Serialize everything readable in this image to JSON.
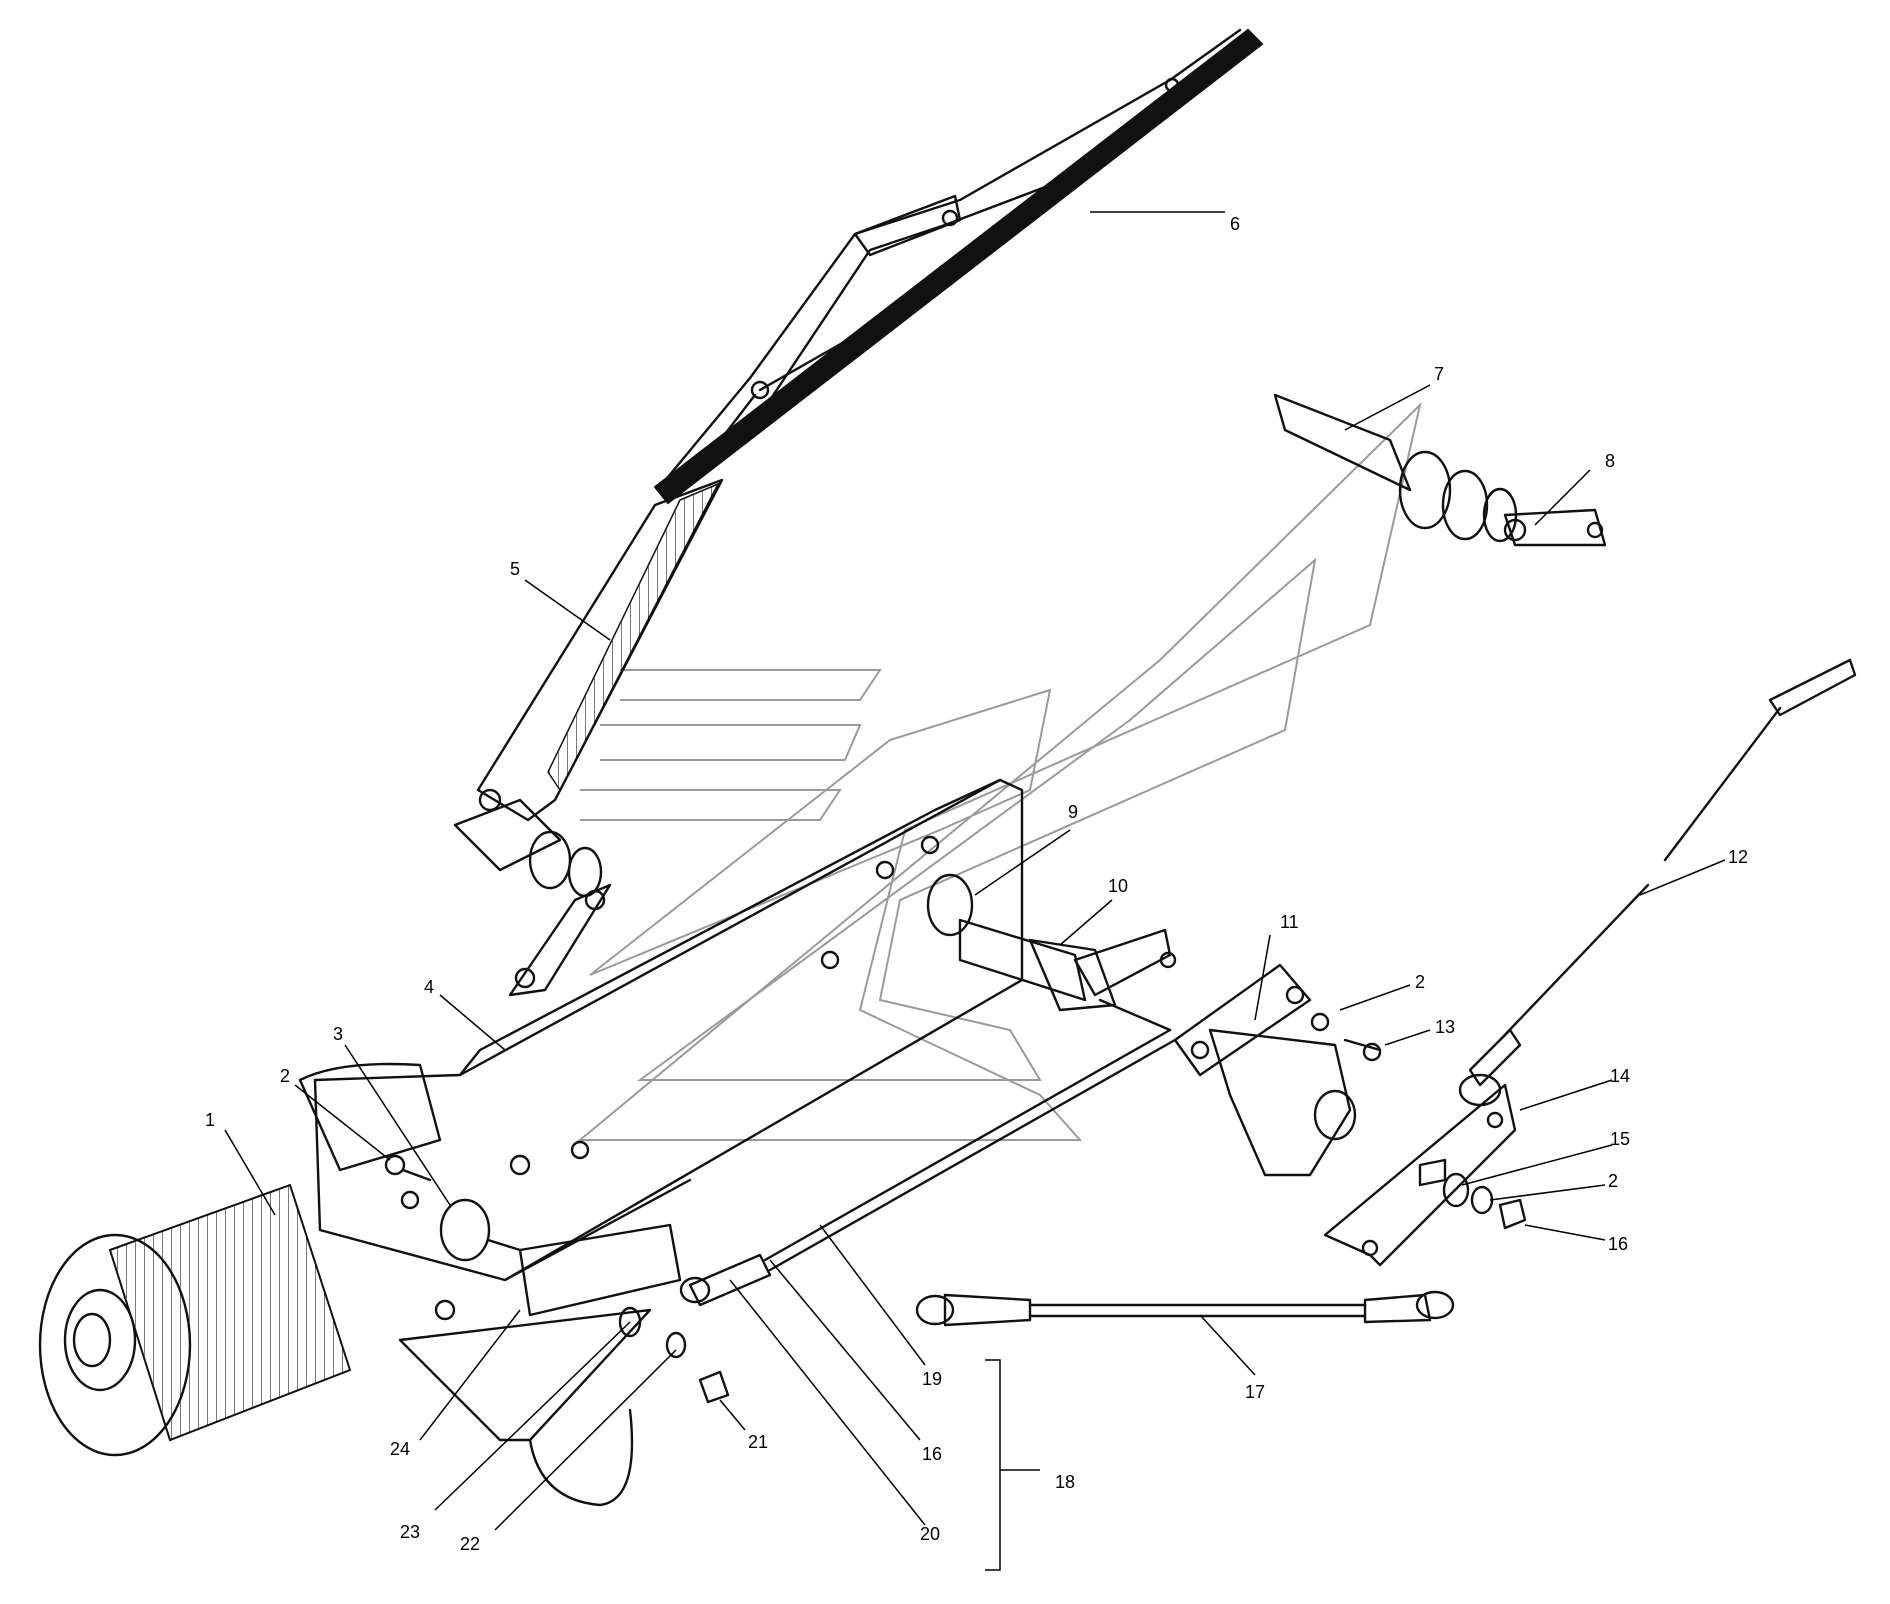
{
  "diagram": {
    "callouts": [
      {
        "id": "c1",
        "label": "1"
      },
      {
        "id": "c2a",
        "label": "2"
      },
      {
        "id": "c3",
        "label": "3"
      },
      {
        "id": "c4",
        "label": "4"
      },
      {
        "id": "c5",
        "label": "5"
      },
      {
        "id": "c6",
        "label": "6"
      },
      {
        "id": "c7",
        "label": "7"
      },
      {
        "id": "c8",
        "label": "8"
      },
      {
        "id": "c9",
        "label": "9"
      },
      {
        "id": "c10",
        "label": "10"
      },
      {
        "id": "c11",
        "label": "11"
      },
      {
        "id": "c12",
        "label": "12"
      },
      {
        "id": "c2b",
        "label": "2"
      },
      {
        "id": "c13",
        "label": "13"
      },
      {
        "id": "c14",
        "label": "14"
      },
      {
        "id": "c15",
        "label": "15"
      },
      {
        "id": "c2c",
        "label": "2"
      },
      {
        "id": "c16a",
        "label": "16"
      },
      {
        "id": "c17",
        "label": "17"
      },
      {
        "id": "c18",
        "label": "18"
      },
      {
        "id": "c19",
        "label": "19"
      },
      {
        "id": "c16b",
        "label": "16"
      },
      {
        "id": "c20",
        "label": "20"
      },
      {
        "id": "c21",
        "label": "21"
      },
      {
        "id": "c22",
        "label": "22"
      },
      {
        "id": "c23",
        "label": "23"
      },
      {
        "id": "c24",
        "label": "24"
      }
    ]
  }
}
